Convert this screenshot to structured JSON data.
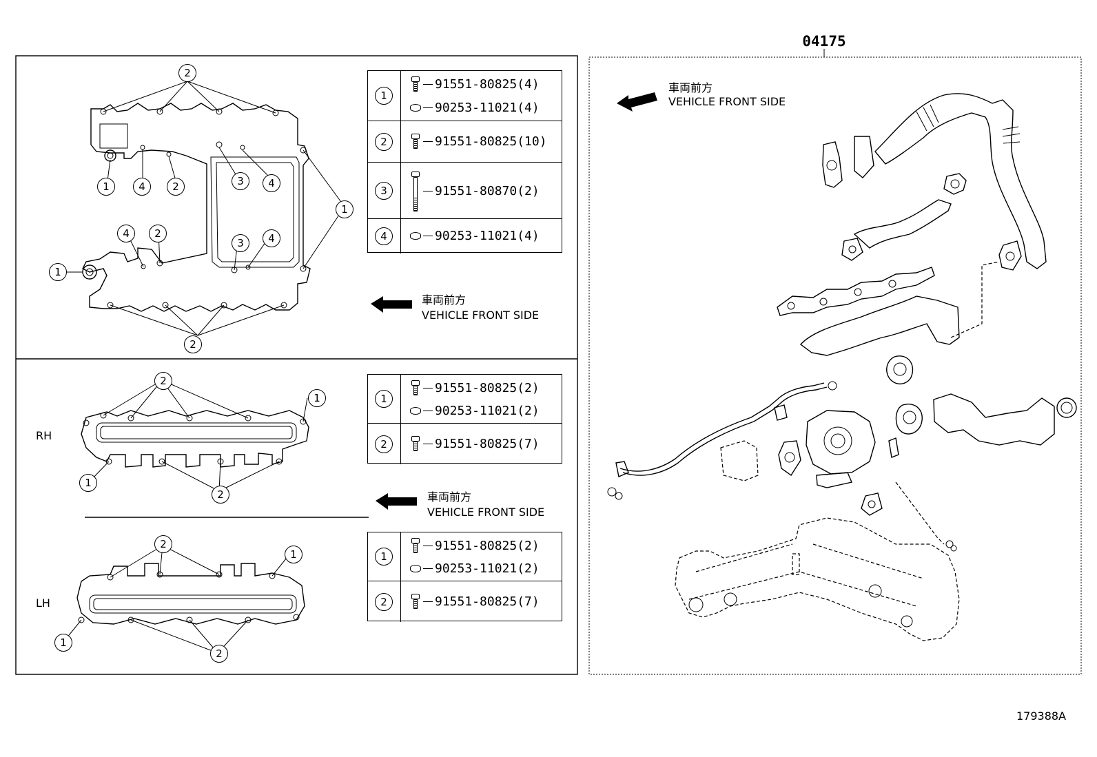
{
  "kit_part_number": "04175",
  "illustration_code": "179388A",
  "front_label_jp": "車両前方",
  "front_label_en": "VEHICLE FRONT SIDE",
  "side_labels": {
    "rh": "RH",
    "lh": "LH"
  },
  "table_top": [
    {
      "ref": "1",
      "parts": [
        "91551-80825(4)",
        "90253-11021(4)"
      ],
      "icons": [
        "bolt-icon",
        "washer-icon"
      ]
    },
    {
      "ref": "2",
      "parts": [
        "91551-80825(10)"
      ],
      "icons": [
        "bolt-icon"
      ]
    },
    {
      "ref": "3",
      "parts": [
        "91551-80870(2)"
      ],
      "icons": [
        "long-bolt-icon"
      ]
    },
    {
      "ref": "4",
      "parts": [
        "90253-11021(4)"
      ],
      "icons": [
        "washer-icon"
      ]
    }
  ],
  "table_rh": [
    {
      "ref": "1",
      "parts": [
        "91551-80825(2)",
        "90253-11021(2)"
      ],
      "icons": [
        "bolt-icon",
        "washer-icon"
      ]
    },
    {
      "ref": "2",
      "parts": [
        "91551-80825(7)"
      ],
      "icons": [
        "bolt-icon"
      ]
    }
  ],
  "table_lh": [
    {
      "ref": "1",
      "parts": [
        "91551-80825(2)",
        "90253-11021(2)"
      ],
      "icons": [
        "bolt-icon",
        "washer-icon"
      ]
    },
    {
      "ref": "2",
      "parts": [
        "91551-80825(7)"
      ],
      "icons": [
        "bolt-icon"
      ]
    }
  ],
  "callouts": {
    "top": [
      "2",
      "1",
      "4",
      "2",
      "3",
      "4",
      "1",
      "4",
      "2",
      "3",
      "4",
      "1",
      "2"
    ],
    "rh": [
      "2",
      "1",
      "1",
      "2"
    ],
    "lh": [
      "2",
      "1",
      "1",
      "2"
    ]
  }
}
